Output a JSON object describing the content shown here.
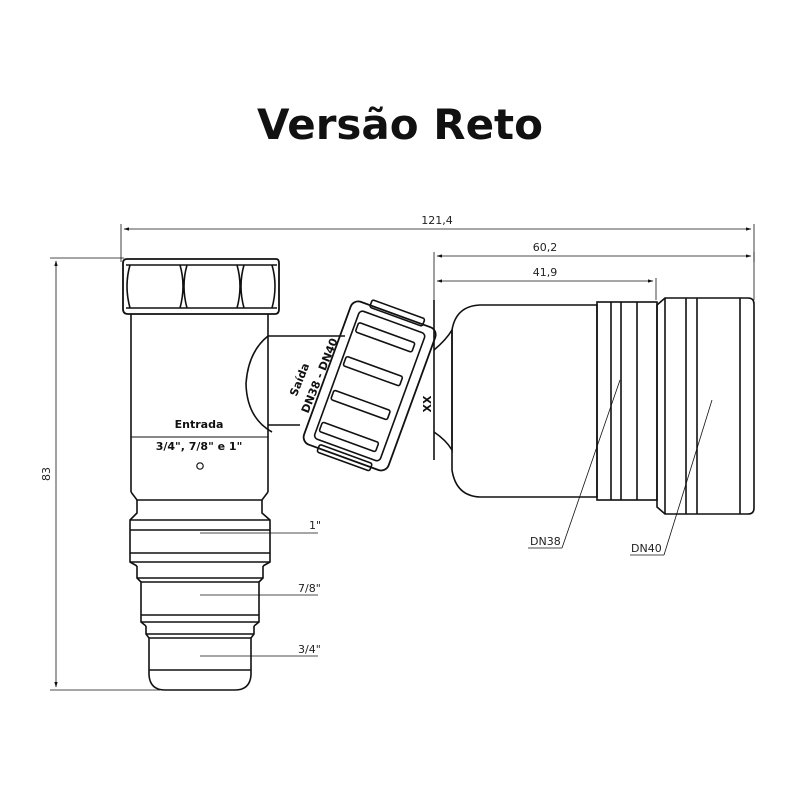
{
  "title": "Versão Reto",
  "dimensions": {
    "overall_length": "121,4",
    "outlet_length": "60,2",
    "outlet_body_length": "41,9",
    "height": "83"
  },
  "labels": {
    "inlet_title": "Entrada",
    "inlet_sizes": "3/4\", 7/8\" e 1\"",
    "outlet_title": "Saída",
    "outlet_sizes": "DN38 - DN40",
    "nut_mark": "XX",
    "hose_1": "1\"",
    "hose_7_8": "7/8\"",
    "hose_3_4": "3/4\"",
    "dn38": "DN38",
    "dn40": "DN40"
  }
}
